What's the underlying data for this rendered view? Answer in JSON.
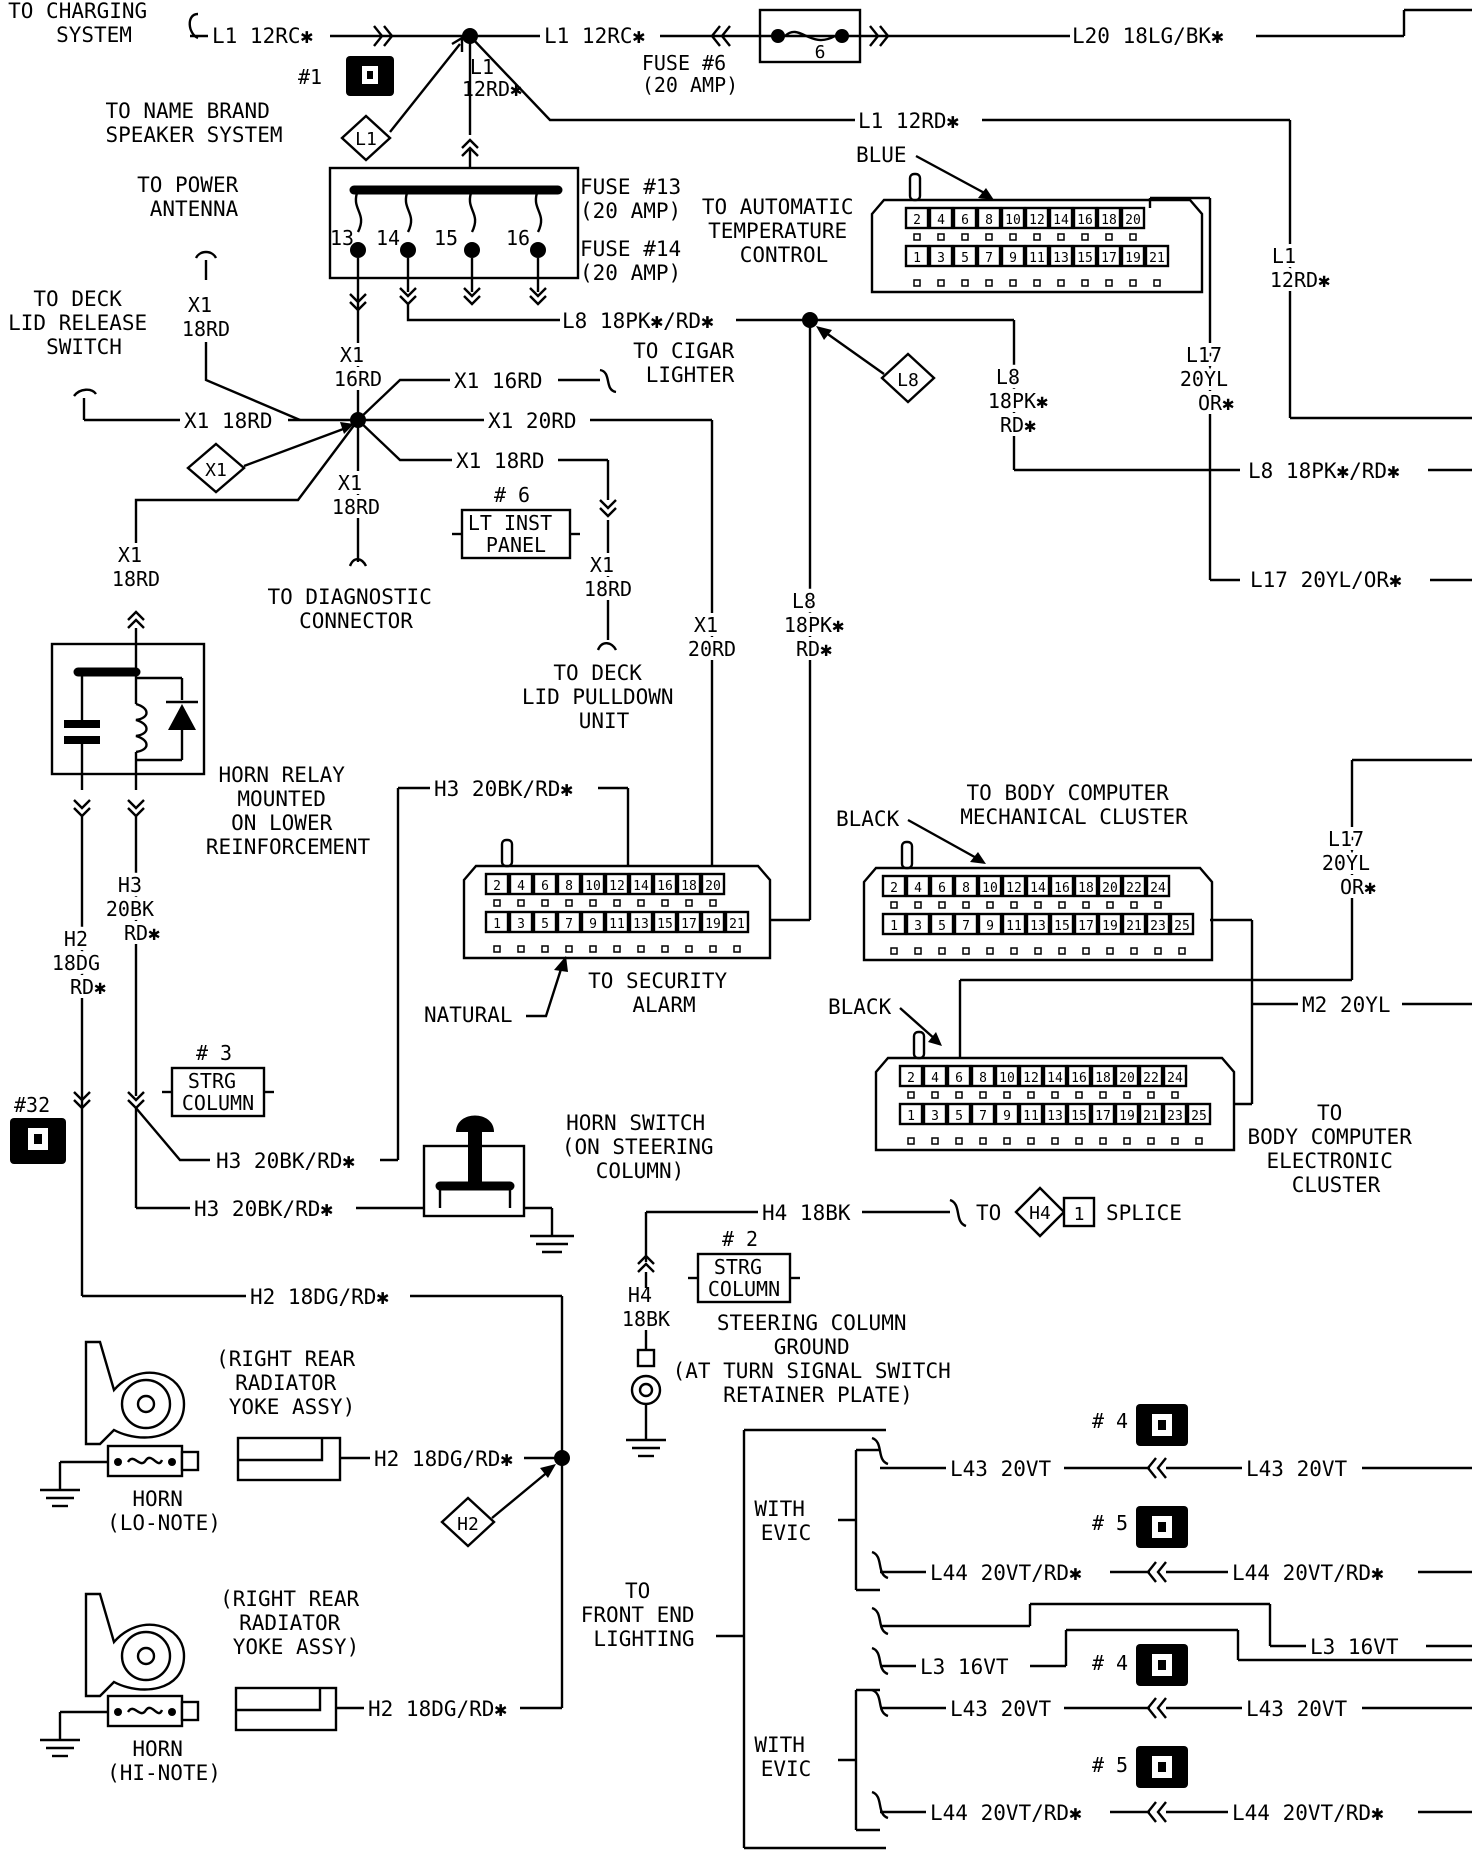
{
  "labels": {
    "to_charging": [
      "TO CHARGING",
      "SYSTEM"
    ],
    "l1_a": "L1 12RC✱",
    "l1_b": "L1 12RC✱",
    "fuse6": [
      "FUSE #6",
      "(20 AMP)"
    ],
    "fuse6_num": "6",
    "l20": "L20 18LG/BK✱",
    "conn1": "#1",
    "splice_l1": "L1",
    "l1_12rd_v": [
      "L1",
      "12RD✱"
    ],
    "l1_12rd_h": "L1 12RD✱",
    "to_name_brand": [
      "TO NAME BRAND",
      "SPEAKER SYSTEM"
    ],
    "to_power_antenna": [
      "TO POWER",
      "ANTENNA"
    ],
    "fuse13": [
      "FUSE #13",
      "(20 AMP)"
    ],
    "fuse14": [
      "FUSE #14",
      "(20 AMP)"
    ],
    "fuse_nums": [
      "13",
      "14",
      "15",
      "16"
    ],
    "to_atc": [
      "TO AUTOMATIC",
      "TEMPERATURE",
      "CONTROL"
    ],
    "blue": "BLUE",
    "l1_right": [
      "L1",
      "12RD✱"
    ],
    "to_deck_lid_release": [
      "TO DECK",
      "LID RELEASE",
      "SWITCH"
    ],
    "x1_18rd_v1": [
      "X1",
      "18RD"
    ],
    "l8_h": "L8 18PK✱/RD✱",
    "splice_l8": "L8",
    "l8_v1": [
      "L8",
      "18PK✱",
      "RD✱"
    ],
    "l17_v1": [
      "L17",
      "20YL",
      "OR✱"
    ],
    "x1_16rd_v": [
      "X1",
      "16RD"
    ],
    "x1_16rd_h": "X1 16RD",
    "to_cigar": [
      "TO CIGAR",
      "LIGHTER"
    ],
    "x1_18rd_h1": "X1 18RD",
    "x1_20rd_h": "X1 20RD",
    "splice_x1": "X1",
    "x1_18rd_h2": "X1 18RD",
    "x1_18rd_v2": [
      "X1",
      "18RD"
    ],
    "lt_inst_num": "# 6",
    "lt_inst": [
      "LT INST",
      "PANEL"
    ],
    "l8_right": "L8 18PK✱/RD✱",
    "l17_right": "L17 20YL/OR✱",
    "x1_18rd_v3": [
      "X1",
      "18RD"
    ],
    "to_diagnostic": [
      "TO DIAGNOSTIC",
      "CONNECTOR"
    ],
    "x1_18rd_v4": [
      "X1",
      "18RD"
    ],
    "to_deck_pulldown": [
      "TO DECK",
      "LID PULLDOWN",
      "UNIT"
    ],
    "x1_20rd_v": [
      "X1",
      "20RD"
    ],
    "l8_v2": [
      "L8",
      "18PK✱",
      "RD✱"
    ],
    "horn_relay": [
      "HORN RELAY",
      "MOUNTED",
      "ON LOWER",
      "REINFORCEMENT"
    ],
    "h3_top": "H3 20BK/RD✱",
    "to_body_mech": [
      "TO BODY COMPUTER",
      "MECHANICAL CLUSTER"
    ],
    "black1": "BLACK",
    "l17_v2": [
      "L17",
      "20YL",
      "OR✱"
    ],
    "h3_v": [
      "H3",
      "20BK",
      "RD✱"
    ],
    "h2_v": [
      "H2",
      "18DG",
      "RD✱"
    ],
    "to_security": [
      "TO SECURITY",
      "ALARM"
    ],
    "natural": "NATURAL",
    "m2": "M2 20YL",
    "black2": "BLACK",
    "strg3_num": "# 3",
    "strg3": [
      "STRG",
      "COLUMN"
    ],
    "conn32": "#32",
    "h3_mid": "H3 20BK/RD✱",
    "h3_low": "H3 20BK/RD✱",
    "horn_switch": [
      "HORN SWITCH",
      "(ON STEERING",
      "COLUMN)"
    ],
    "to_body_elec": [
      "TO",
      "BODY COMPUTER",
      "ELECTRONIC",
      "CLUSTER"
    ],
    "h4_h": "H4 18BK",
    "to_splice": "TO",
    "splice_h4": "H4",
    "splice_h4_num": "1",
    "splice_word": "SPLICE",
    "strg2_num": "# 2",
    "strg2": [
      "STRG",
      "COLUMN"
    ],
    "h4_v": [
      "H4",
      "18BK"
    ],
    "strg_ground": [
      "STEERING COLUMN",
      "GROUND",
      "(AT TURN SIGNAL SWITCH",
      "RETAINER PLATE)"
    ],
    "h2_top": "H2 18DG/RD✱",
    "yoke1": [
      "(RIGHT REAR",
      "RADIATOR",
      "YOKE ASSY)"
    ],
    "h2_mid": "H2 18DG/RD✱",
    "horn_lo": [
      "HORN",
      "(LO-NOTE)"
    ],
    "splice_h2": "H2",
    "yoke2": [
      "(RIGHT REAR",
      "RADIATOR",
      "YOKE ASSY)"
    ],
    "h2_low": "H2 18DG/RD✱",
    "horn_hi": [
      "HORN",
      "(HI-NOTE)"
    ],
    "to_front_end": [
      "TO",
      "FRONT END",
      "LIGHTING"
    ],
    "with_evic_1": [
      "WITH",
      "EVIC"
    ],
    "with_evic_2": [
      "WITH",
      "EVIC"
    ],
    "c4a": "# 4",
    "c5a": "# 5",
    "c4b": "# 4",
    "c5b": "# 5",
    "l43_a1": "L43 20VT",
    "l43_a2": "L43 20VT",
    "l44_a1": "L44 20VT/RD✱",
    "l44_a2": "L44 20VT/RD✱",
    "l3_r": "L3 16VT",
    "l3_l": "L3 16VT",
    "l43_b1": "L43 20VT",
    "l43_b2": "L43 20VT",
    "l44_b1": "L44 20VT/RD✱",
    "l44_b2": "L44 20VT/RD✱"
  },
  "connector_pins": {
    "blue_even": [
      "2",
      "4",
      "6",
      "8",
      "10",
      "12",
      "14",
      "16",
      "18",
      "20"
    ],
    "blue_odd": [
      "1",
      "3",
      "5",
      "7",
      "9",
      "11",
      "13",
      "15",
      "17",
      "19",
      "21"
    ],
    "natural_even": [
      "2",
      "4",
      "6",
      "8",
      "10",
      "12",
      "14",
      "16",
      "18",
      "20"
    ],
    "natural_odd": [
      "1",
      "3",
      "5",
      "7",
      "9",
      "11",
      "13",
      "15",
      "17",
      "19",
      "21"
    ],
    "black_even": [
      "2",
      "4",
      "6",
      "8",
      "10",
      "12",
      "14",
      "16",
      "18",
      "20",
      "22",
      "24"
    ],
    "black_odd": [
      "1",
      "3",
      "5",
      "7",
      "9",
      "11",
      "13",
      "15",
      "17",
      "19",
      "21",
      "23",
      "25"
    ]
  }
}
